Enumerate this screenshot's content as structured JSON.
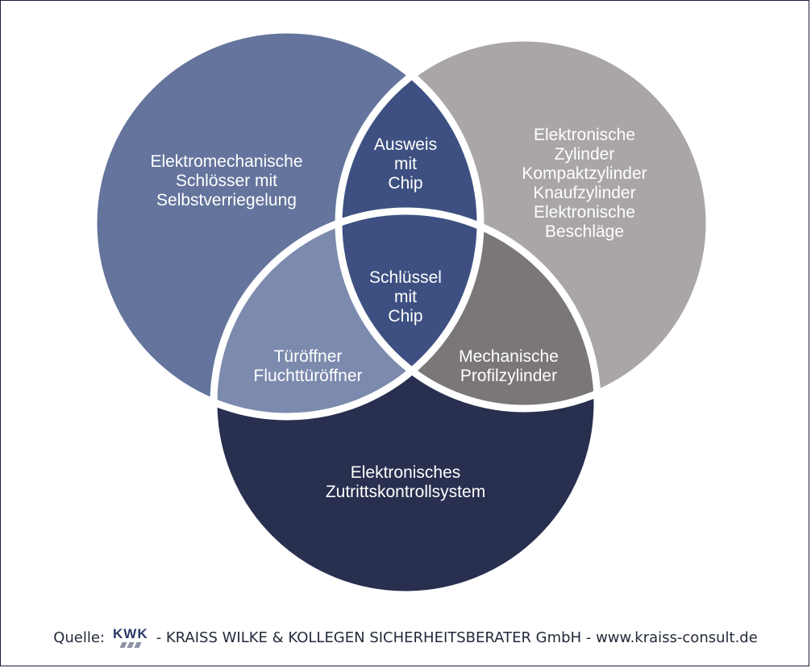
{
  "diagram": {
    "sets": {
      "top_left": {
        "label": [
          "Elektromechanische",
          "Schlösser mit",
          "Selbstverriegelung"
        ],
        "color": "#64749c"
      },
      "top_right": {
        "label": [
          "Elektronische",
          "Zylinder",
          "Kompaktzylinder",
          "Knaufzylinder",
          "Elektronische",
          "Beschläge"
        ],
        "color": "#a9a6a5"
      },
      "bottom": {
        "label": [
          "Elektronisches",
          "Zutrittskontrollsystem"
        ],
        "color": "#282f4f"
      }
    },
    "intersections": {
      "top_left_top_right": {
        "label": [
          "Ausweis",
          "mit",
          "Chip"
        ],
        "color": "#3d5081"
      },
      "top_left_bottom": {
        "label": [
          "Türöffner",
          "Fluchttüröffner"
        ],
        "color": "#7c8aae"
      },
      "top_right_bottom": {
        "label": [
          "Mechanische",
          "Profilzylinder"
        ],
        "color": "#7a7776"
      },
      "all": {
        "label": [
          "Schlüssel",
          "mit",
          "Chip"
        ],
        "color": "#3d5081"
      }
    }
  },
  "footer": {
    "prefix": "Quelle:",
    "logo": "KWK",
    "text": "- KRAISS WILKE & KOLLEGEN SICHERHEITSBERATER GmbH - www.kraiss-consult.de"
  }
}
